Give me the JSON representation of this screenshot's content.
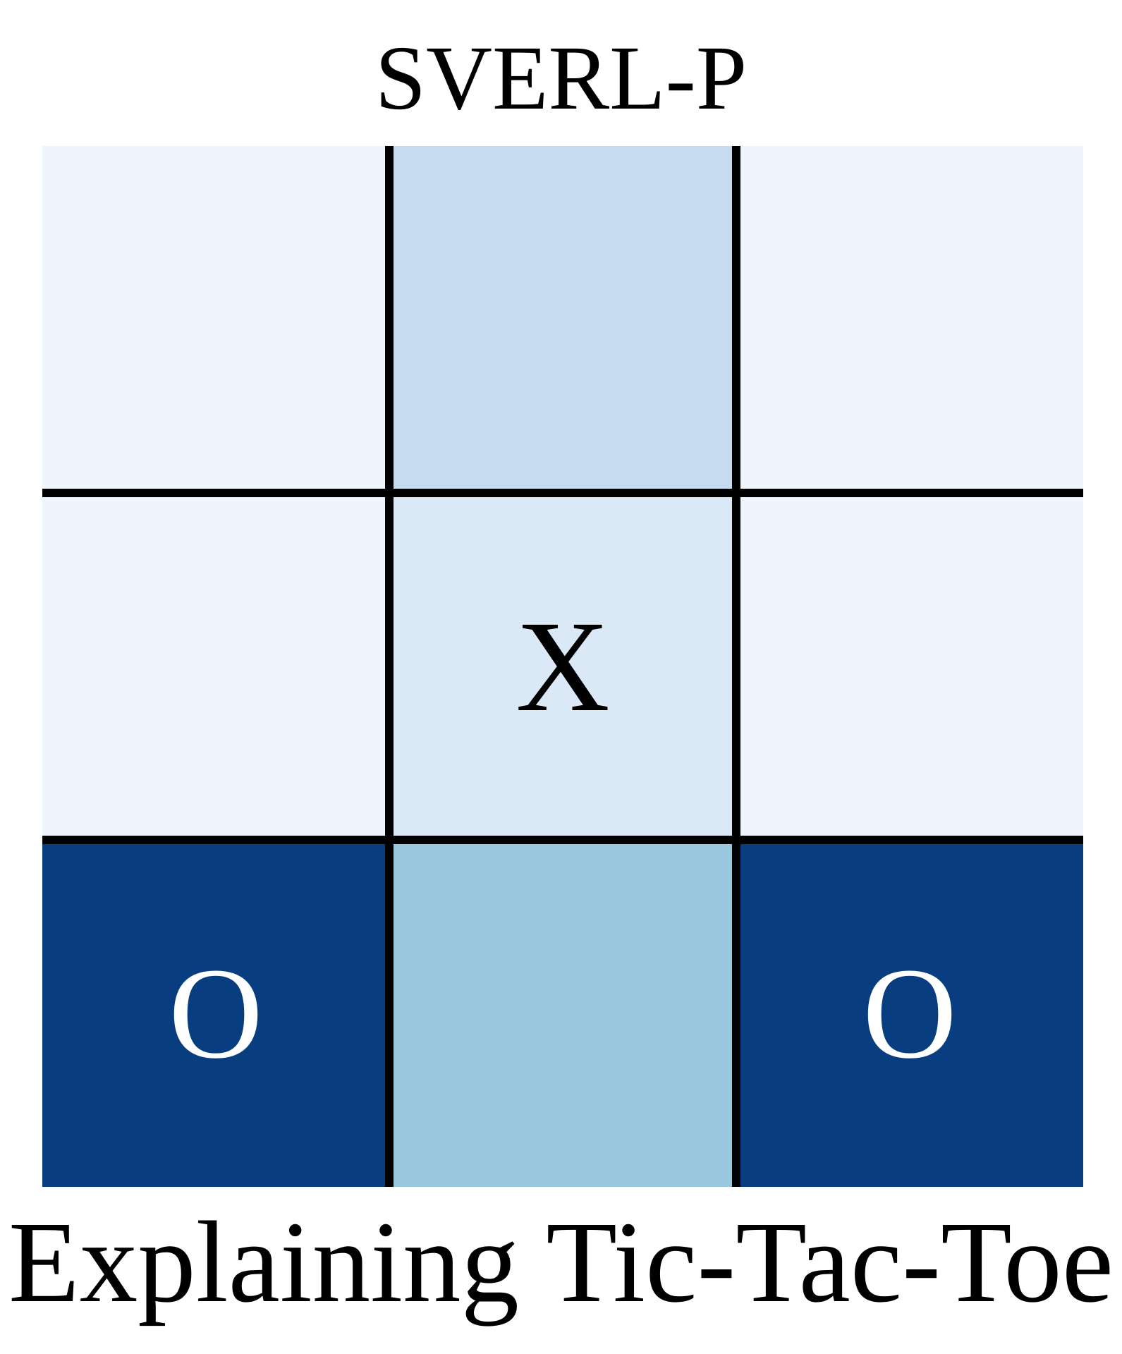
{
  "title": "SVERL-P",
  "caption": "Explaining Tic-Tac-Toe",
  "board": {
    "cells": [
      {
        "row": 0,
        "col": 0,
        "mark": "",
        "color": "#eef5fc",
        "mark_color": "#000000"
      },
      {
        "row": 0,
        "col": 1,
        "mark": "",
        "color": "#c6dbef",
        "mark_color": "#000000"
      },
      {
        "row": 0,
        "col": 2,
        "mark": "",
        "color": "#eef5fc",
        "mark_color": "#000000"
      },
      {
        "row": 1,
        "col": 0,
        "mark": "",
        "color": "#eef5fc",
        "mark_color": "#000000"
      },
      {
        "row": 1,
        "col": 1,
        "mark": "X",
        "color": "#dbe9f6",
        "mark_color": "#000000"
      },
      {
        "row": 1,
        "col": 2,
        "mark": "",
        "color": "#eef5fc",
        "mark_color": "#000000"
      },
      {
        "row": 2,
        "col": 0,
        "mark": "O",
        "color": "#083d7f",
        "mark_color": "#ffffff"
      },
      {
        "row": 2,
        "col": 1,
        "mark": "",
        "color": "#99c7e0",
        "mark_color": "#000000"
      },
      {
        "row": 2,
        "col": 2,
        "mark": "O",
        "color": "#083d7f",
        "mark_color": "#ffffff"
      }
    ],
    "line_color": "#000000"
  }
}
